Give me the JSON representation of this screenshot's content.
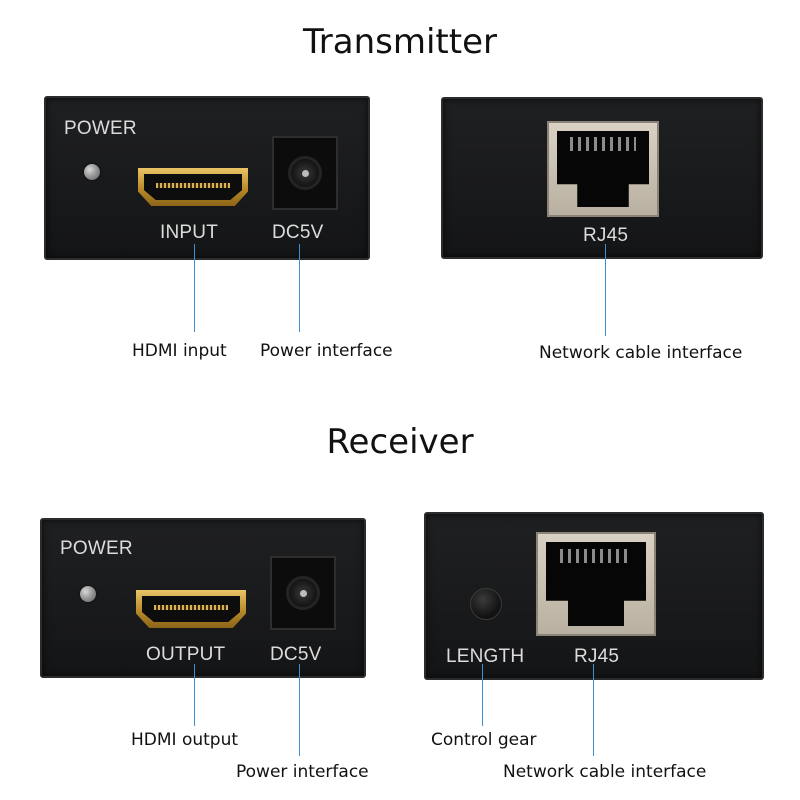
{
  "colors": {
    "leader_line": "#3f8fd6",
    "panel": "#1a1b1d",
    "connector_gold": "#c9a040"
  },
  "transmitter": {
    "title": "Transmitter",
    "left_panel": {
      "power_label": "POWER",
      "hdmi_label": "INPUT",
      "dc_label": "DC5V"
    },
    "right_panel": {
      "rj45_label": "RJ45"
    },
    "captions": {
      "hdmi": "HDMI input",
      "power": "Power interface",
      "network": "Network cable interface"
    }
  },
  "receiver": {
    "title": "Receiver",
    "left_panel": {
      "power_label": "POWER",
      "hdmi_label": "OUTPUT",
      "dc_label": "DC5V"
    },
    "right_panel": {
      "length_label": "LENGTH",
      "rj45_label": "RJ45"
    },
    "captions": {
      "hdmi": "HDMI output",
      "power": "Power interface",
      "control": "Control gear",
      "network": "Network cable interface"
    }
  }
}
